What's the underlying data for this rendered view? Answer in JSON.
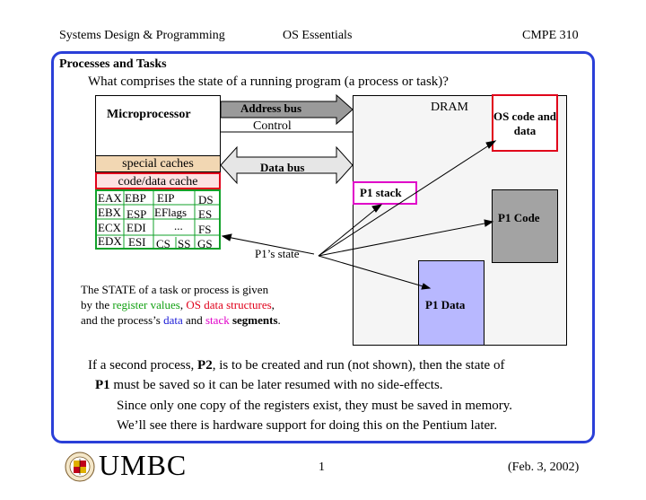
{
  "header": {
    "left": "Systems Design & Programming",
    "center": "OS Essentials",
    "right": "CMPE 310"
  },
  "slide": {
    "title": "Processes and Tasks",
    "subtitle": "What comprises the state of a running program (a process or task)?"
  },
  "diagram": {
    "microprocessor": "Microprocessor",
    "address_bus": "Address bus",
    "control": "Control",
    "data_bus": "Data bus",
    "special_caches": "special caches",
    "code_data_cache": "code/data cache",
    "registers": {
      "r1": [
        "EAX",
        "EBP",
        "EIP",
        "DS"
      ],
      "r2": [
        "EBX",
        "ESP",
        "EFlags",
        "ES"
      ],
      "r3": [
        "ECX",
        "EDI",
        "...",
        "FS"
      ],
      "r4": [
        "EDX",
        "ESI",
        "CS",
        "SS",
        "GS"
      ]
    },
    "p1_state": "P1’s state",
    "dram": "DRAM",
    "os_code": "OS code and data",
    "p1_stack": "P1 stack",
    "p1_code": "P1 Code",
    "p1_data": "P1 Data"
  },
  "paragraph": {
    "l1": "The STATE of a task or process is given",
    "l2a": "by the ",
    "l2b": "register values",
    "l2c": ", ",
    "l2d": "OS data structures",
    "l2e": ",",
    "l3a": "and the process’s ",
    "l3b": "data",
    "l3c": " and ",
    "l3d": "stack",
    "l3e": " segments",
    "l3f": "."
  },
  "bottom": {
    "a1": "If a second process, ",
    "a2": "P2",
    "a3": ", is to be created and run (not shown), then the state of",
    "b1": "P1",
    "b2": " must be saved so it can be later resumed with no side-effects.",
    "c": "Since only one copy of the registers exist, they must be saved in memory.",
    "d": "We’ll see there is hardware support for doing this on the Pentium later."
  },
  "footer": {
    "logo": "UMBC",
    "page": "1",
    "date": "(Feb. 3, 2002)"
  }
}
